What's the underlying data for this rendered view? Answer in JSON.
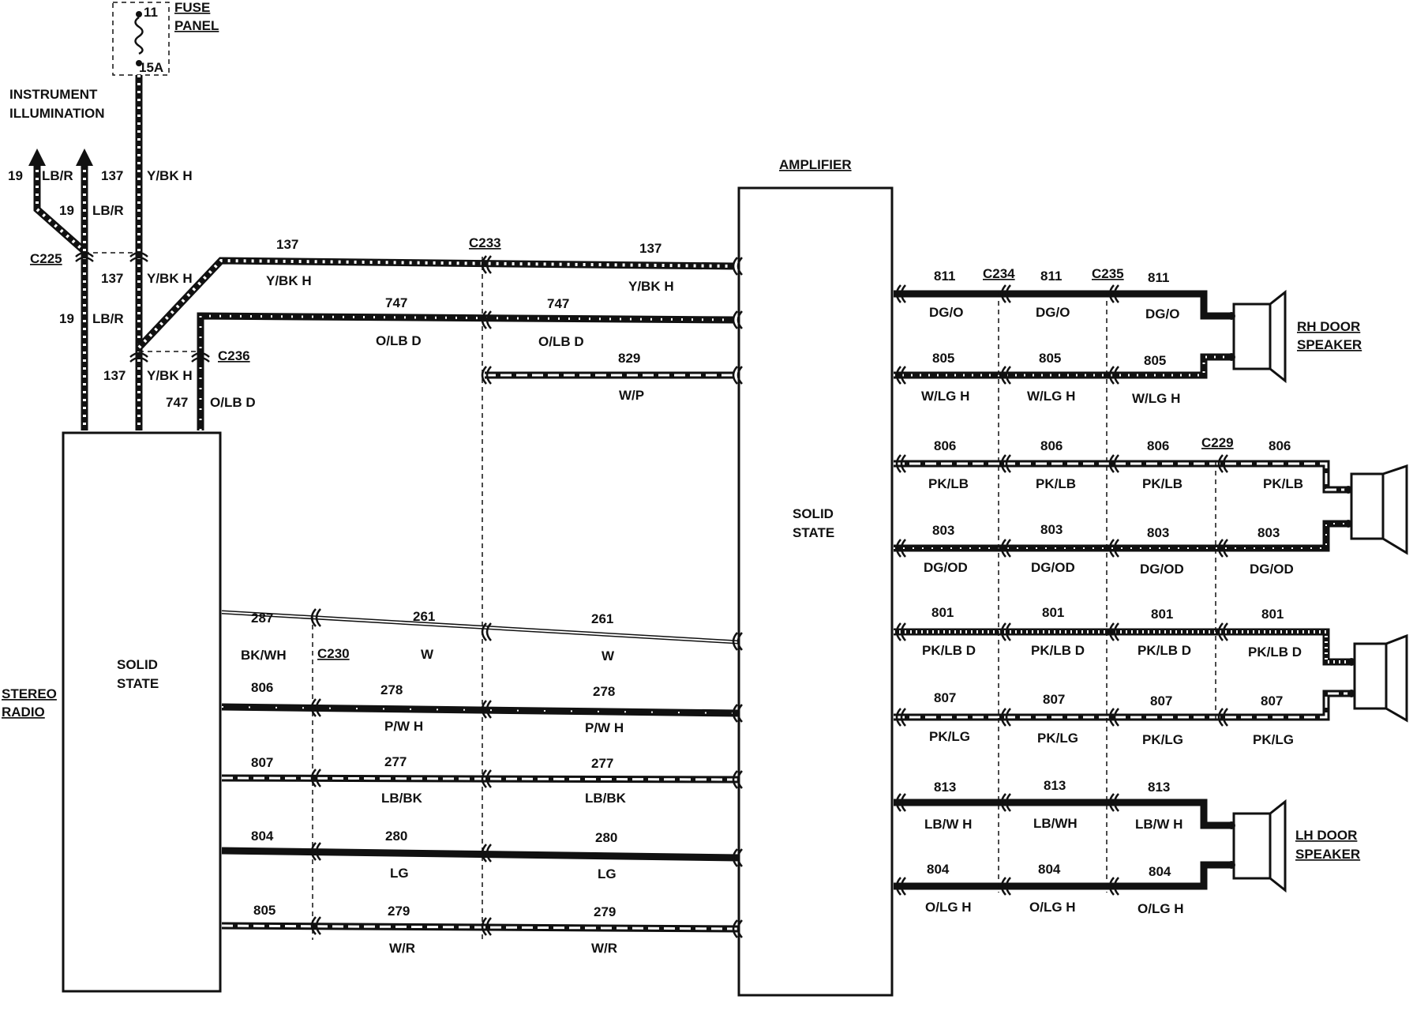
{
  "fuse": {
    "number": "11",
    "rating": "15A",
    "label_line1": "FUSE",
    "label_line2": "PANEL"
  },
  "instrument_illumination": {
    "line1": "INSTRUMENT",
    "line2": "ILLUMINATION"
  },
  "stereo_radio": {
    "label_line1": "STEREO",
    "label_line2": "RADIO",
    "inner_line1": "SOLID",
    "inner_line2": "STATE"
  },
  "amplifier": {
    "label": "AMPLIFIER",
    "inner_line1": "SOLID",
    "inner_line2": "STATE"
  },
  "connectors": {
    "c225": "C225",
    "c236": "C236",
    "c233": "C233",
    "c230": "C230",
    "c234": "C234",
    "c235": "C235",
    "c229": "C229"
  },
  "rh_door_speaker": {
    "line1": "RH DOOR",
    "line2": "SPEAKER"
  },
  "lh_door_speaker": {
    "line1": "LH DOOR",
    "line2": "SPEAKER"
  },
  "wire_labels": {
    "w19a": "19",
    "w19a_col": "LB/R",
    "w19b": "19",
    "w19b_col": "LB/R",
    "w19c": "19",
    "w19c_col": "LB/R",
    "w137a": "137",
    "w137a_col": "Y/BK H",
    "w137b": "137",
    "w137b_col": "Y/BK H",
    "w137c": "137",
    "w137c_col": "Y/BK H",
    "w747v": "747",
    "w747v_col": "O/LB D",
    "t137a": "137",
    "t137a_col": "Y/BK H",
    "t137b": "137",
    "t137b_col": "Y/BK H",
    "t747a": "747",
    "t747a_col": "O/LB D",
    "t747b": "747",
    "t747b_col": "O/LB D",
    "t829": "829",
    "t829_col": "W/P",
    "r287": "287",
    "r287_col": "BK/WH",
    "r261a": "261",
    "r261a_col": "W",
    "r261b": "261",
    "r261b_col": "W",
    "r806": "806",
    "r278a": "278",
    "r278a_col": "P/W H",
    "r278b": "278",
    "r278b_col": "P/W H",
    "r807": "807",
    "r277a": "277",
    "r277a_col": "LB/BK",
    "r277b": "277",
    "r277b_col": "LB/BK",
    "r804": "804",
    "r280a": "280",
    "r280a_col": "LG",
    "r280b": "280",
    "r280b_col": "LG",
    "r805": "805",
    "r279a": "279",
    "r279a_col": "W/R",
    "r279b": "279",
    "r279b_col": "W/R",
    "s811": "811",
    "s811_col": "DG/O",
    "s805": "805",
    "s805_col": "W/LG H",
    "s806": "806",
    "s806_col": "PK/LB",
    "s803": "803",
    "s803_col": "DG/OD",
    "s801": "801",
    "s801_col": "PK/LB D",
    "s807": "807",
    "s807_col": "PK/LG",
    "s813a": "813",
    "s813a_col": "LB/W H",
    "s813b": "813",
    "s813b_col": "LB/WH",
    "s813c": "813",
    "s813c_col": "LB/W H",
    "s804": "804",
    "s804_col": "O/LG H"
  }
}
